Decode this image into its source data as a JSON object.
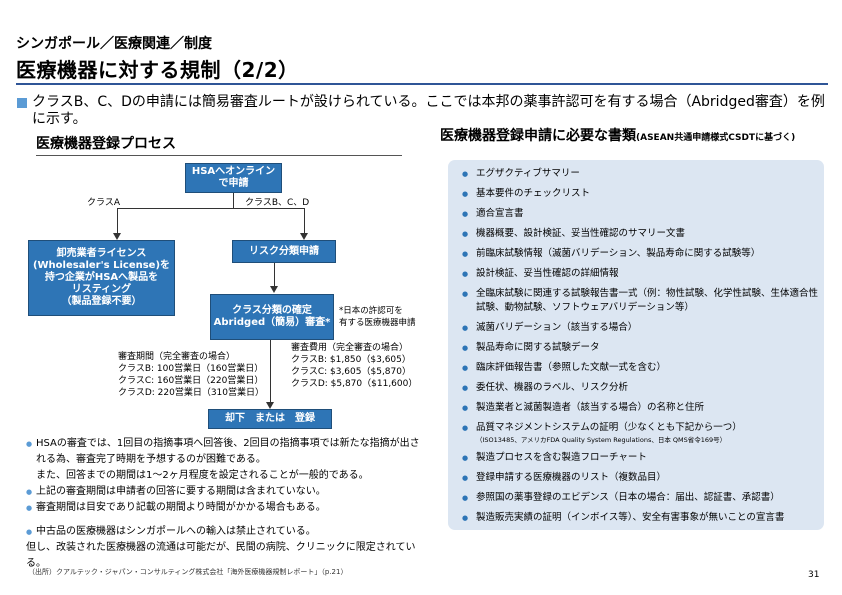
{
  "header": {
    "breadcrumb": "シンガポール／医療関連／制度",
    "title": "医療機器に対する規制（2/2）"
  },
  "intro": "クラスB、C、Dの申請には簡易審査ルートが設けられている。ここでは本邦の薬事許認可を有する場合（Abridged審査）を例に示す。",
  "flow": {
    "section_title": "医療機器登録プロセス",
    "boxes": {
      "hsa_application": "HSAへオンライン\nで申請",
      "wholesaler": "卸売業者ライセンス\n(Wholesaler's License)を\n持つ企業がHSAへ製品を\nリスティング\n（製品登録不要）",
      "risk_class": "リスク分類申請",
      "class_confirm": "クラス分類の確定\nAbridged（簡易）審査*",
      "result": "却下　または　登録"
    },
    "labels": {
      "class_a": "クラスA",
      "class_bcd": "クラスB、C、D",
      "note_star": "*日本の許認可を\n有する医療機器申請",
      "review_period": "審査期間（完全審査の場合）\nクラスB: 100営業日（160営業日）\nクラスC: 160営業日（220営業日）\nクラスD: 220営業日（310営業日）",
      "review_fee": "審査費用（完全審査の場合）\nクラスB: $1,850（$3,605）\nクラスC: $3,605（$5,870）\nクラスD: $5,870（$11,600）"
    }
  },
  "notes": [
    "HSAの審査では、1回目の指摘事項へ回答後、2回目の指摘事項では新たな指摘が出される為、審査完了時期を予想するのが困難である。",
    "また、回答までの期間は1〜2ヶ月程度を設定されることが一般的である。",
    "上記の審査期間は申請者の回答に要する期間は含まれていない。",
    "審査期間は目安であり記載の期間より時間がかかる場合もある。",
    "中古品の医療機器はシンガポールへの輸入は禁止されている。",
    "但し、改装された医療機器の流通は可能だが、民間の病院、クリニックに限定されている。"
  ],
  "documents": {
    "section_title": "医療機器登録申請に必要な書類",
    "section_subtitle": "(ASEAN共通申請様式CSDTに基づく)",
    "items": [
      "エグザクティブサマリー",
      "基本要件のチェックリスト",
      "適合宣言書",
      "機器概要、設計検証、妥当性確認のサマリー文書",
      "前臨床試験情報（滅菌バリデーション、製品寿命に関する試験等）",
      "設計検証、妥当性確認の詳細情報",
      "全臨床試験に関連する試験報告書一式（例：物性試験、化学性試験、生体適合性試験、動物試験、ソフトウェアバリデーション等）",
      "滅菌バリデーション（該当する場合）",
      "製品寿命に関する試験データ",
      "臨床評価報告書（参照した文献一式を含む）",
      "委任状、機器のラベル、リスク分析",
      "製造業者と滅菌製造者（該当する場合）の名称と住所",
      "品質マネジメントシステムの証明（少なくとも下記から一つ）",
      "製造プロセスを含む製造フローチャート",
      "登録申請する医療機器のリスト（複数品目）",
      "参照国の薬事登録のエビデンス（日本の場合：届出、認証書、承認書）",
      "製造販売実績の証明（インボイス等）、安全有害事象が無いことの宣言書"
    ],
    "qms_sub": "（ISO13485、アメリカFDA Quality System Regulations、日本 QMS省令169号）"
  },
  "footer": {
    "source": "（出所）クアルテック・ジャパン・コンサルティング株式会社「海外医療機器規制レポート」（p.21）",
    "page": "31"
  },
  "colors": {
    "box": "#2e75b6",
    "panel": "#dce6f2",
    "bullet": "#5b9bd5",
    "rule": "#2f5597"
  }
}
